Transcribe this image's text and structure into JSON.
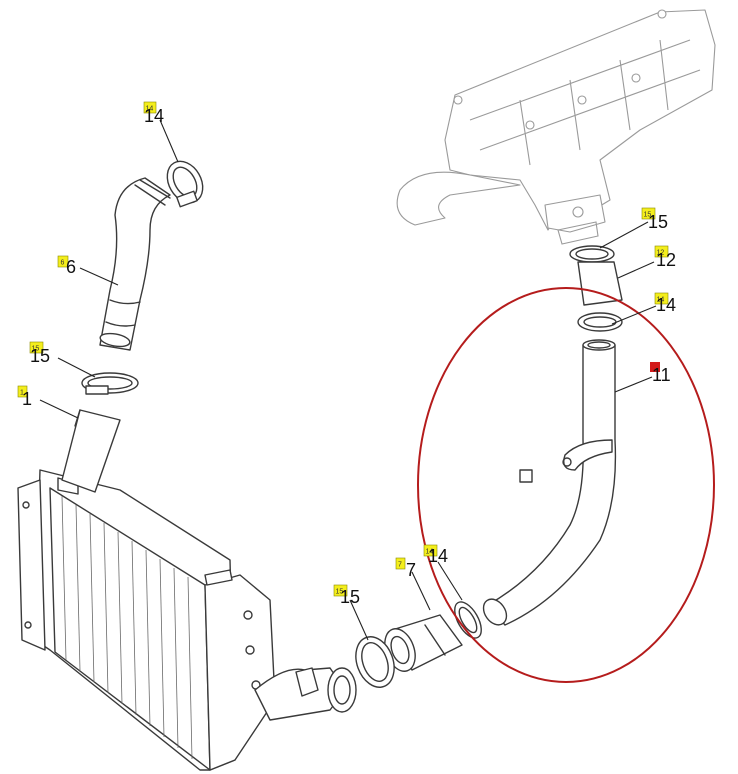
{
  "colors": {
    "tag_yellow": "#f4ee1c",
    "tag_red": "#d31a1a",
    "highlight_ellipse": "#b51c1c",
    "line": "#3a3a3a"
  },
  "callouts": [
    {
      "id": "c14-top",
      "tag": "14",
      "number": "14",
      "tag_color": "yellow"
    },
    {
      "id": "c6",
      "tag": "6",
      "number": "6",
      "tag_color": "yellow"
    },
    {
      "id": "c15-left",
      "tag": "15",
      "number": "15",
      "tag_color": "yellow"
    },
    {
      "id": "c1",
      "tag": "1",
      "number": "1",
      "tag_color": "yellow"
    },
    {
      "id": "c15-top",
      "tag": "15",
      "number": "15",
      "tag_color": "yellow"
    },
    {
      "id": "c12",
      "tag": "12",
      "number": "12",
      "tag_color": "yellow"
    },
    {
      "id": "c14-right",
      "tag": "14",
      "number": "14",
      "tag_color": "yellow"
    },
    {
      "id": "c11",
      "tag": "",
      "number": "11",
      "tag_color": "red"
    },
    {
      "id": "c15-bottom",
      "tag": "15",
      "number": "15",
      "tag_color": "yellow"
    },
    {
      "id": "c7",
      "tag": "7",
      "number": "7",
      "tag_color": "yellow"
    },
    {
      "id": "c14-bottom",
      "tag": "14",
      "number": "14",
      "tag_color": "yellow"
    }
  ]
}
